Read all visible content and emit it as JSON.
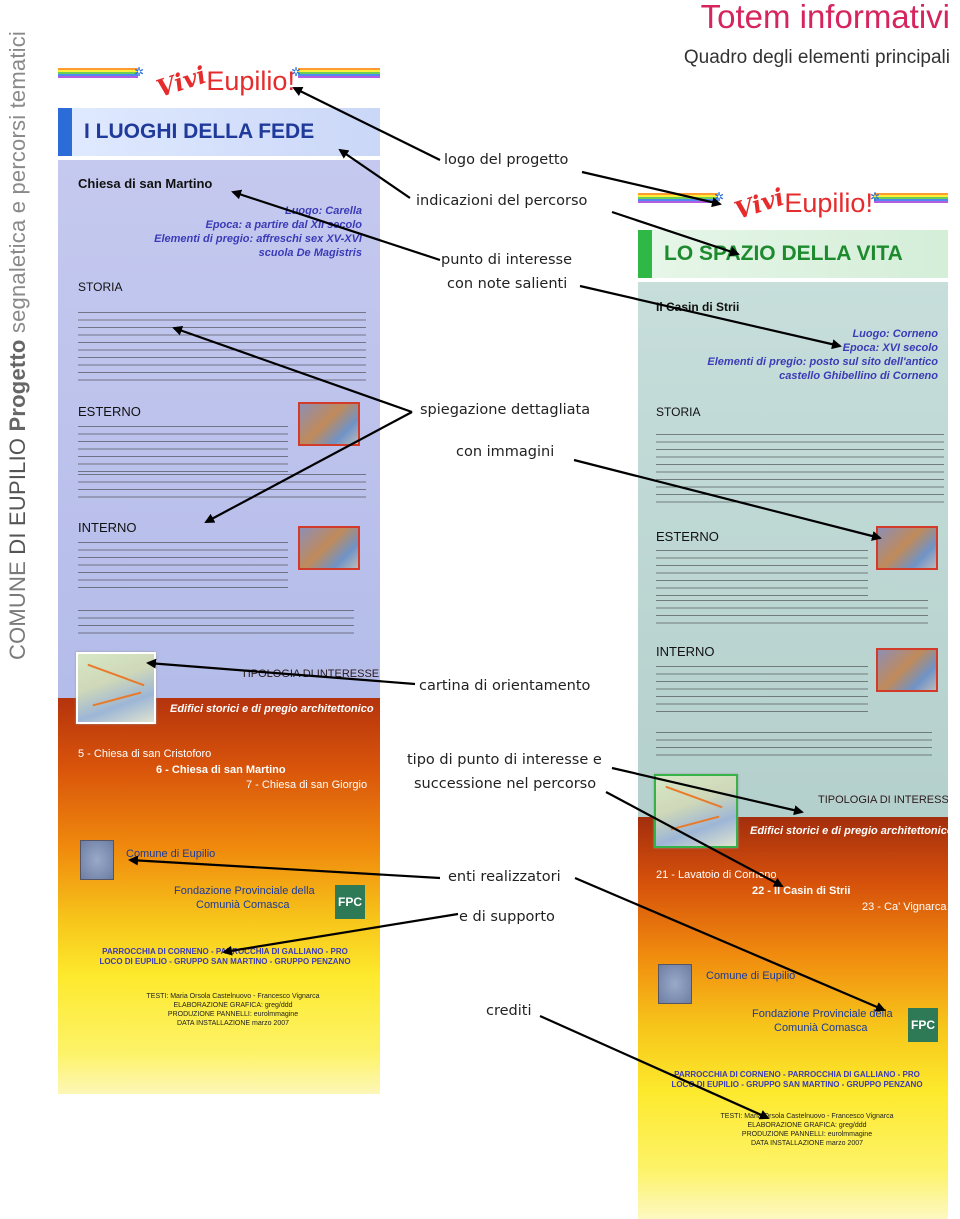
{
  "sidebar": {
    "comune": "COMUNE",
    "di_eupilio": " DI EUPILIO ",
    "progetto": "Progetto",
    "rest": "  segnaletica e percorsi tematici"
  },
  "header": {
    "title": "Totem informativi",
    "subtitle": "Quadro degli elementi principali"
  },
  "poster_left": {
    "logo_vivi": "Vivi",
    "logo_eupilio": "Eupilio!",
    "section": "I LUOGHI DELLA FEDE",
    "point_title": "Chiesa di san Martino",
    "meta": [
      "Luogo:  Carella",
      "Epoca: a partire dal XII secolo",
      "Elementi di pregio: affreschi sex XV-XVI",
      "scuola De Magistris"
    ],
    "heading_storia": "STORIA",
    "heading_esterno": "ESTERNO",
    "heading_interno": "INTERNO",
    "tipologia": "TIPOLOGIA DI INTERESSE",
    "tipologia_value": "Edifici storici e di pregio architettonico",
    "stops": [
      "5 - Chiesa di san Cristoforo",
      "6 - Chiesa di san Martino",
      "7 - Chiesa di san Giorgio"
    ],
    "org1": "Comune di Eupilio",
    "org2_line1": "Fondazione Provinciale della",
    "org2_line2": "Comunià Comasca",
    "fpc": "FPC",
    "partners": [
      "PARROCCHIA DI CORNENO - PARROCCHIA DI GALLIANO - PRO",
      "LOCO DI EUPILIO - GRUPPO SAN MARTINO - GRUPPO PENZANO"
    ],
    "credits": [
      "TESTI: Maria Orsola Castelnuovo - Francesco Vignarca",
      "ELABORAZIONE GRAFICA: greg/ddd",
      "PRODUZIONE PANNELLI: eurolmmagine",
      "DATA INSTALLAZIONE marzo 2007"
    ]
  },
  "poster_right": {
    "logo_vivi": "Vivi",
    "logo_eupilio": "Eupilio!",
    "section": "LO SPAZIO DELLA VITA",
    "point_title": "Il Casin di Strii",
    "meta": [
      "Luogo:  Corneno",
      "Epoca: XVI secolo",
      "Elementi di pregio: posto sul sito dell'antico",
      "castello Ghibellino di Corneno"
    ],
    "heading_storia": "STORIA",
    "heading_esterno": "ESTERNO",
    "heading_interno": "INTERNO",
    "tipologia": "TIPOLOGIA DI INTERESSE",
    "tipologia_value": "Edifici storici e di pregio architettonico",
    "stops": [
      "21 - Lavatoio di Corneno",
      "22 - Il Casin di Strii",
      "23 - Ca' Vignarca"
    ],
    "org1": "Comune di Eupilio",
    "org2_line1": "Fondazione Provinciale della",
    "org2_line2": "Comunià Comasca",
    "fpc": "FPC",
    "partners": [
      "PARROCCHIA DI CORNENO - PARROCCHIA DI GALLIANO - PRO",
      "LOCO DI EUPILIO - GRUPPO SAN MARTINO - GRUPPO PENZANO"
    ],
    "credits": [
      "TESTI: Maria Orsola Castelnuovo - Francesco Vignarca",
      "ELABORAZIONE GRAFICA: greg/ddd",
      "PRODUZIONE PANNELLI: eurolmmagine",
      "DATA INSTALLAZIONE marzo 2007"
    ]
  },
  "labels": {
    "logo": "logo del progetto",
    "indicazioni": "indicazioni del percorso",
    "punto_1": "punto di interesse",
    "punto_2": "con note salienti",
    "spiegazione_1": "spiegazione dettagliata",
    "spiegazione_2": "con immagini",
    "cartina": "cartina di orientamento",
    "tipo_1": "tipo di punto di interesse e",
    "tipo_2": "successione nel percorso",
    "enti_1": "enti realizzatori",
    "enti_2": "e di supporto",
    "crediti": "crediti"
  },
  "colors": {
    "title": "#d6245e",
    "arrow": "#000000",
    "meta_text": "#3b3bb7",
    "left_header_bar": "#2b6cd8",
    "right_header_bar": "#2fb845"
  }
}
